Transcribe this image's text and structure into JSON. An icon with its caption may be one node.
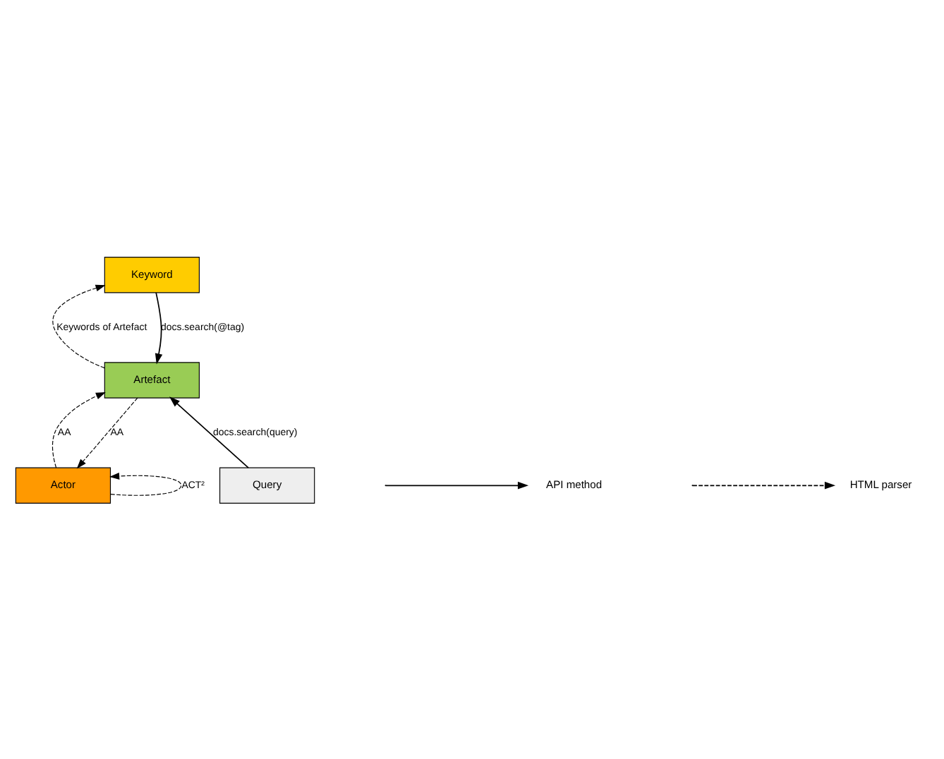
{
  "diagram": {
    "nodes": [
      {
        "text": [
          "Actor"
        ]
      },
      {
        "text": [
          "Keyword"
        ]
      },
      {
        "text": [
          "Artefact"
        ]
      },
      {
        "text": [
          "Query"
        ]
      }
    ],
    "edges": [
      {
        "from": 0,
        "to": 0,
        "arrow": "to",
        "label": "ACT²",
        "style": "dashed"
      },
      {
        "from": 0,
        "to": 2,
        "arrow": "to",
        "label": "AA",
        "style": "dashed"
      },
      {
        "from": 2,
        "to": 0,
        "arrow": "to",
        "label": "AA",
        "style": "dashed"
      },
      {
        "from": 2,
        "to": 1,
        "arrow": "to",
        "label": "Keywords of Artefact",
        "style": "dashed"
      },
      {
        "from": 1,
        "to": 2,
        "arrow": "to",
        "label": "docs.search(@tag)"
      },
      {
        "from": 3,
        "to": 2,
        "arrow": "to",
        "label": "docs.search(query)"
      }
    ],
    "legend": [
      {
        "text": "API method"
      },
      {
        "text": "HTML parser"
      }
    ]
  }
}
